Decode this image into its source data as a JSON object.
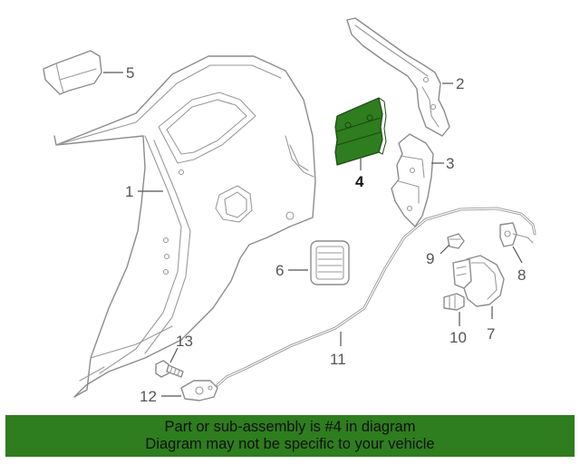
{
  "callouts": {
    "c1": "1",
    "c2": "2",
    "c3": "3",
    "c4": "4",
    "c5": "5",
    "c6": "6",
    "c7": "7",
    "c8": "8",
    "c9": "9",
    "c10": "10",
    "c11": "11",
    "c12": "12",
    "c13": "13"
  },
  "highlighted_part": "4",
  "colors": {
    "highlight": "#2e7d1e",
    "part_outline": "#8c8c8c",
    "banner": "#2e7d1e"
  },
  "banner": {
    "line1": "Part or sub-assembly is #4 in diagram",
    "line2": "Diagram may not be specific to your vehicle"
  }
}
